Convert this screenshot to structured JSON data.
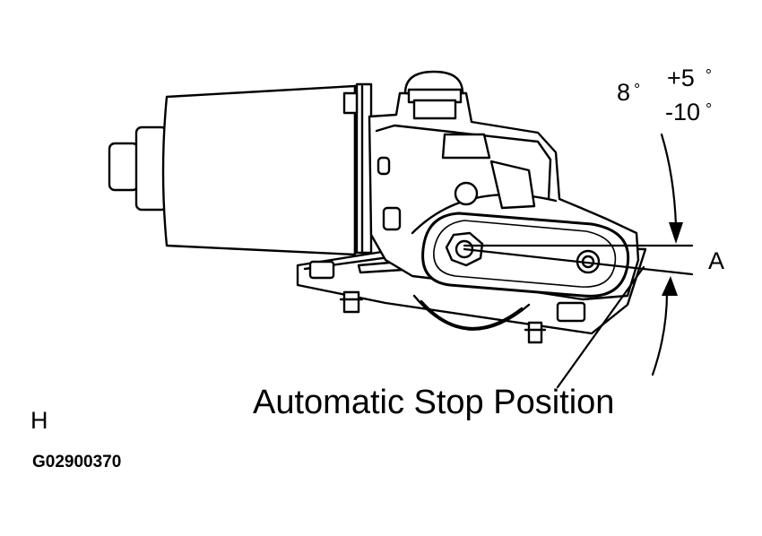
{
  "figure": {
    "callout": "Automatic Stop Position",
    "point_label": "A",
    "angle": {
      "nominal": "8",
      "plus": "+5",
      "minus": "-10",
      "degree_mark": "°"
    },
    "section_letter": "H",
    "figure_code": "G02900370"
  }
}
